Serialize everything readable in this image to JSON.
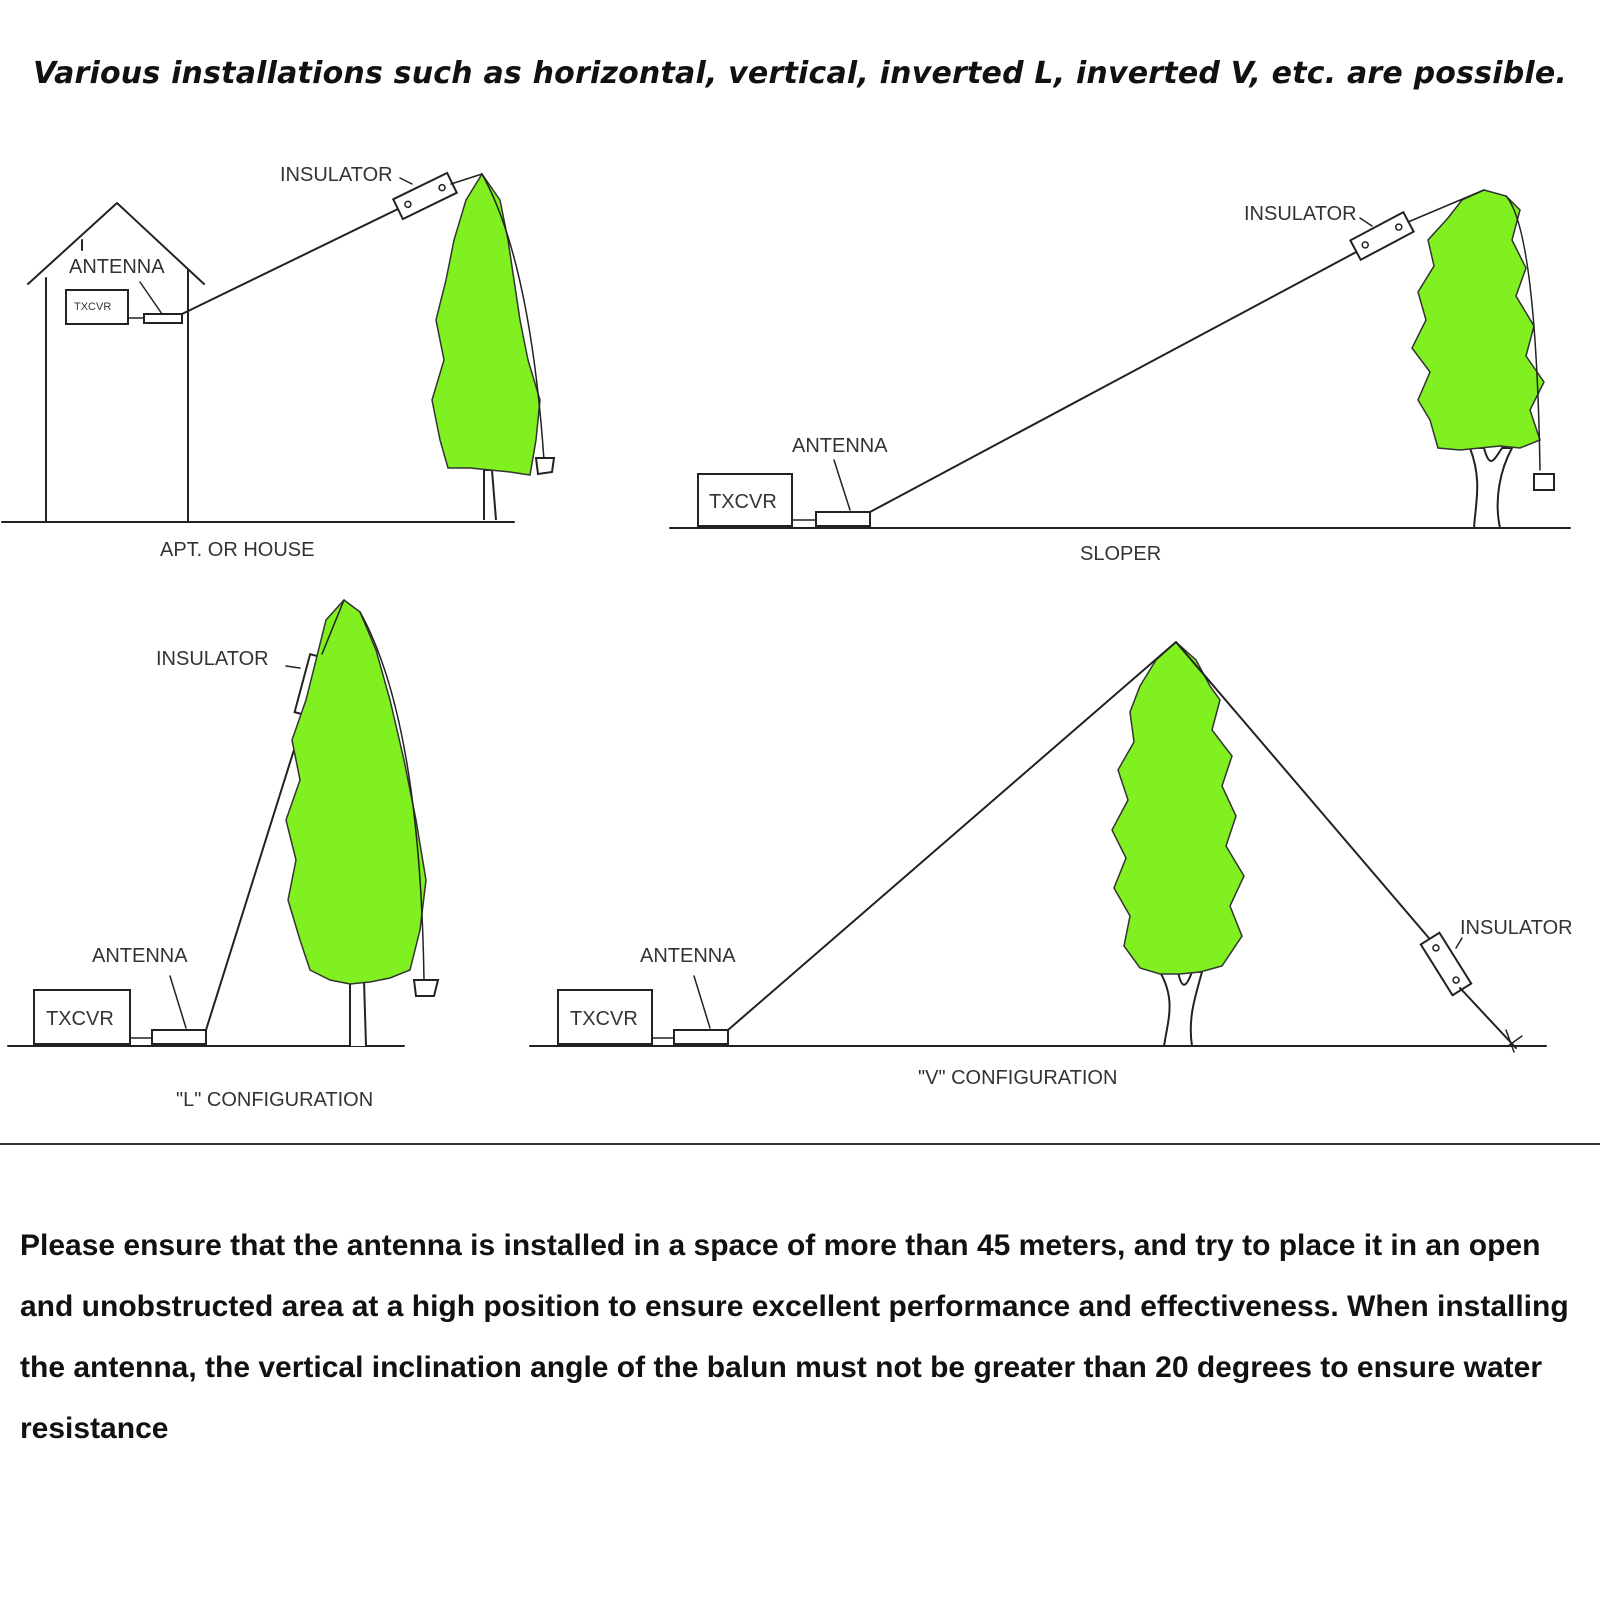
{
  "headline": "Various installations such as horizontal, vertical, inverted L, inverted V,  etc. are possible.",
  "colors": {
    "foliage": "#80f020",
    "ink": "#222222"
  },
  "panels": {
    "house": {
      "insulator": "INSULATOR",
      "antenna": "ANTENNA",
      "txcvr": "TXCVR",
      "caption": "APT. OR HOUSE"
    },
    "sloper": {
      "insulator": "INSULATOR",
      "antenna": "ANTENNA",
      "txcvr": "TXCVR",
      "caption": "SLOPER"
    },
    "l_config": {
      "insulator": "INSULATOR",
      "antenna": "ANTENNA",
      "txcvr": "TXCVR",
      "caption": "\"L\" CONFIGURATION"
    },
    "v_config": {
      "insulator": "INSULATOR",
      "antenna": "ANTENNA",
      "txcvr": "TXCVR",
      "caption": "\"V\" CONFIGURATION"
    }
  },
  "note": "Please ensure that the antenna is installed in a space of more than 45 meters, and try to place it in an open and unobstructed area at a high position to ensure excellent performance and effectiveness. When installing the antenna, the vertical inclination angle of the balun must not be greater than 20 degrees to ensure water resistance"
}
